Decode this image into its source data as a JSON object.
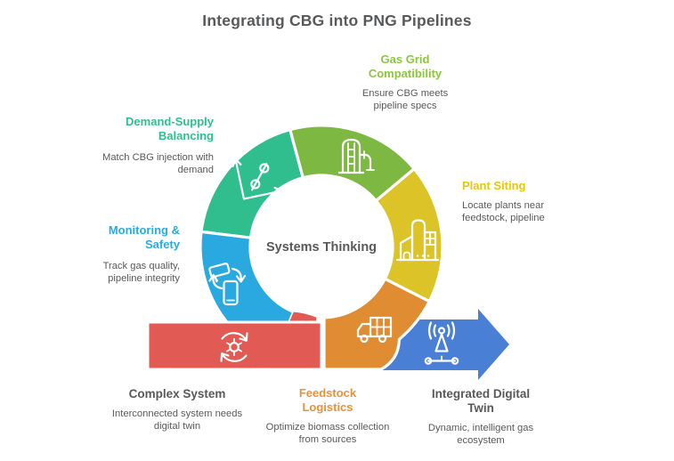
{
  "title": "Integrating CBG into PNG Pipelines",
  "center": {
    "label": "Systems Thinking"
  },
  "colors": {
    "background": "#FFFFFF",
    "text_dark": "#58595B",
    "teal": "#30BE8E",
    "green": "#7DB843",
    "yellow": "#DCC428",
    "orange": "#E08C33",
    "red": "#E15A54",
    "blue": "#29A9E0",
    "arrow_blue": "#4A7FD6"
  },
  "sections": {
    "gas_grid": {
      "title": "Gas Grid Compatibility",
      "desc": "Ensure CBG meets pipeline specs",
      "color": "#8CC63F",
      "icon": "silo-pipe-icon"
    },
    "plant_siting": {
      "title": "Plant Siting",
      "desc": "Locate plants near feedstock, pipeline",
      "color": "#E5C613",
      "icon": "factory-icon"
    },
    "demand_supply": {
      "title": "Demand-Supply Balancing",
      "desc": "Match CBG injection with demand",
      "color": "#2FBE8F",
      "icon": "line-chart-icon"
    },
    "monitoring": {
      "title": "Monitoring & Safety",
      "desc": "Track gas quality, pipeline integrity",
      "color": "#29ABE2",
      "icon": "cctv-phone-icon"
    },
    "complex_system": {
      "title": "Complex System",
      "desc": "Interconnected system needs digital twin",
      "color": "#58595B",
      "icon": "gear-cycle-icon"
    },
    "feedstock": {
      "title": "Feedstock Logistics",
      "desc": "Optimize biomass collection from sources",
      "color": "#E8913B",
      "icon": "truck-icon"
    },
    "digital_twin": {
      "title": "Integrated Digital Twin",
      "desc": "Dynamic, intelligent gas ecosystem",
      "color": "#58595B",
      "icon": "antenna-network-icon"
    }
  }
}
